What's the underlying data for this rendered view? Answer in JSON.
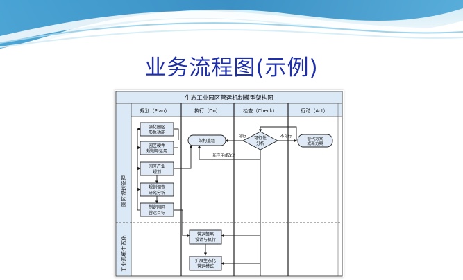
{
  "slide": {
    "title": "业务流程图(示例)",
    "colors": {
      "title": "#1f2fa8",
      "wave_dark": "#2a8cc0",
      "wave_light": "#bfe4f2",
      "header_fill": "#dbe8f6",
      "box_fill": "#dfeaf6",
      "line": "#1a1a1a"
    }
  },
  "diagram": {
    "title": "生态工业园区营运机制模型架构图",
    "columns": [
      "规划（Plan）",
      "执行（Do）",
      "检查（Check）",
      "行动（Act）"
    ],
    "lanes": [
      "园区规划管理",
      "工业系统生态化"
    ],
    "plan_boxes": [
      "强化园区\n形象功能",
      "园区硬件\n规划与运用",
      "园区产业\n规划",
      "规划调查\n研究分析",
      "制定园区\n营运目标"
    ],
    "do_boxes": [
      "架构重组",
      "营运策略\n设计与执行",
      "扩展生态化\n营运模式"
    ],
    "check_diamond": "可行性\n分析",
    "act_box": "替代方案\n或新方案",
    "edge_labels": {
      "feasible": "可行",
      "infeasible": "不可行",
      "feedback": "新应用或改进"
    }
  }
}
